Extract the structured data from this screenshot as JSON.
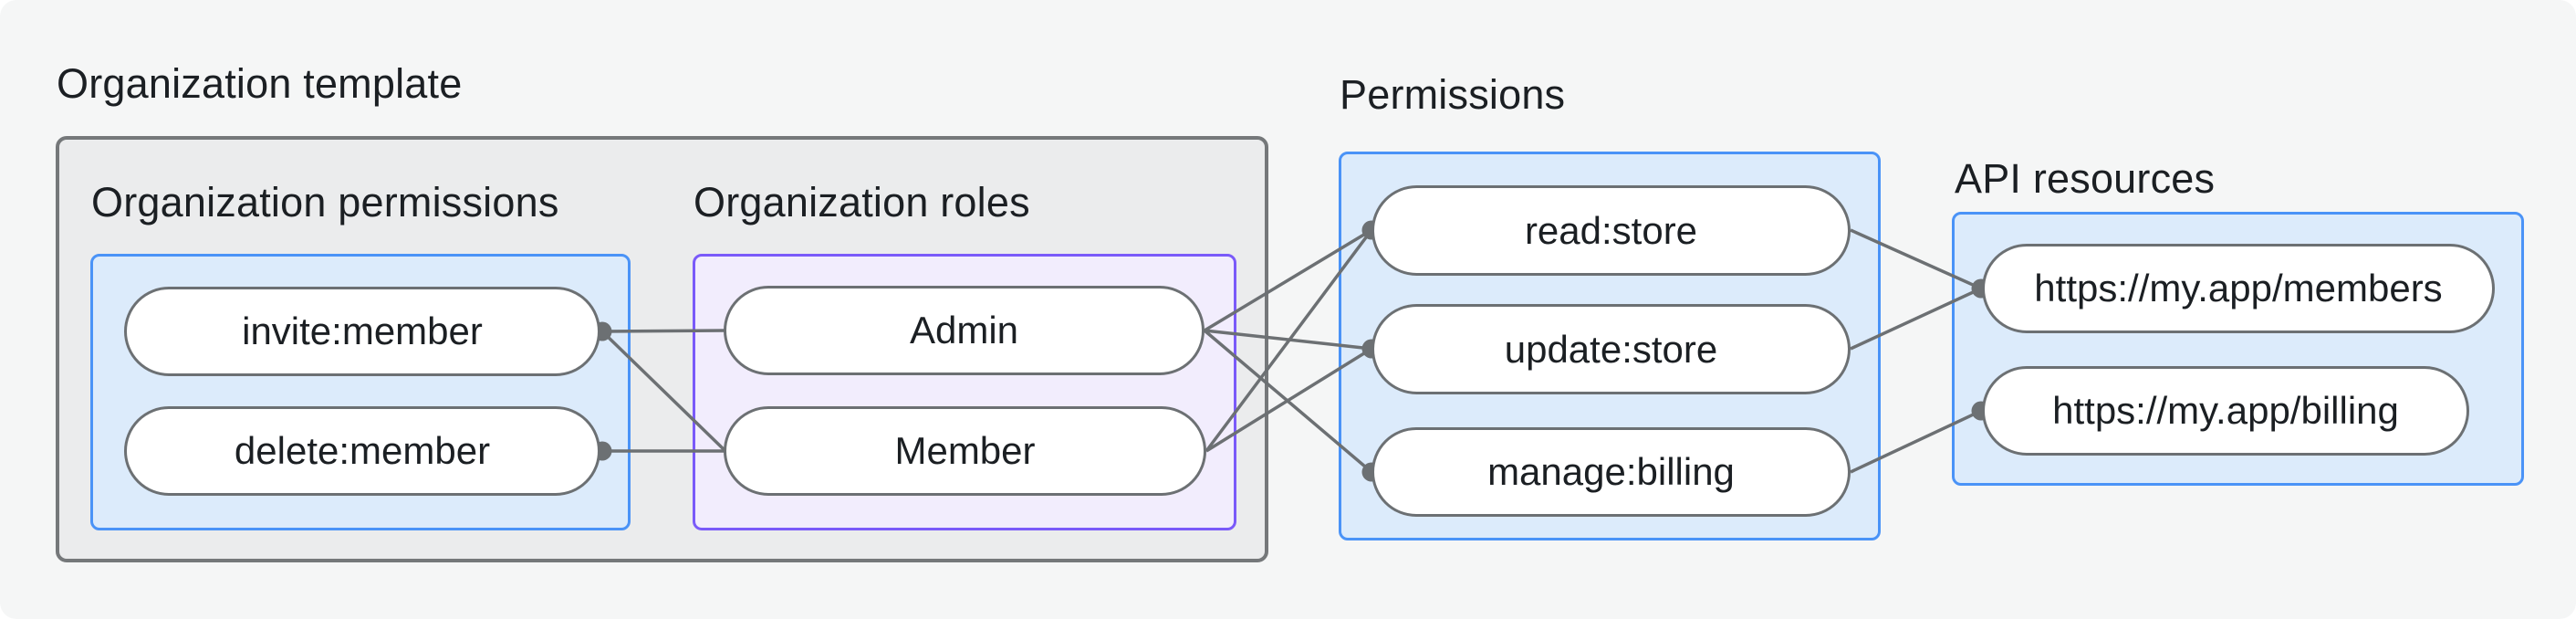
{
  "title": "Organization template",
  "groups": {
    "org_permissions": {
      "label": "Organization permissions",
      "nodes": [
        {
          "label": "invite:member"
        },
        {
          "label": "delete:member"
        }
      ]
    },
    "org_roles": {
      "label": "Organization roles",
      "nodes": [
        {
          "label": "Admin"
        },
        {
          "label": "Member"
        }
      ]
    },
    "permissions": {
      "label": "Permissions",
      "nodes": [
        {
          "label": "read:store"
        },
        {
          "label": "update:store"
        },
        {
          "label": "manage:billing"
        }
      ]
    },
    "api_resources": {
      "label": "API resources",
      "nodes": [
        {
          "label": "https://my.app/members"
        },
        {
          "label": "https://my.app/billing"
        }
      ]
    }
  },
  "edges": [
    {
      "from": "invite:member",
      "to": "Admin"
    },
    {
      "from": "invite:member",
      "to": "Member"
    },
    {
      "from": "delete:member",
      "to": "Member"
    },
    {
      "from": "Admin",
      "to": "read:store"
    },
    {
      "from": "Admin",
      "to": "update:store"
    },
    {
      "from": "Admin",
      "to": "manage:billing"
    },
    {
      "from": "Member",
      "to": "read:store"
    },
    {
      "from": "Member",
      "to": "update:store"
    },
    {
      "from": "read:store",
      "to": "https://my.app/members"
    },
    {
      "from": "update:store",
      "to": "https://my.app/members"
    },
    {
      "from": "manage:billing",
      "to": "https://my.app/billing"
    }
  ],
  "colors": {
    "canvas_background": "#f5f6f6",
    "template_box_fill": "#ebeced",
    "template_box_border": "#75787a",
    "blue_box_fill": "#dcebfb",
    "blue_box_border": "#4a93f7",
    "purple_box_fill": "#f2edfd",
    "purple_box_border": "#7a5af9",
    "pill_border": "#6c7073",
    "wire": "#6c7073",
    "text": "#1b1f23"
  }
}
